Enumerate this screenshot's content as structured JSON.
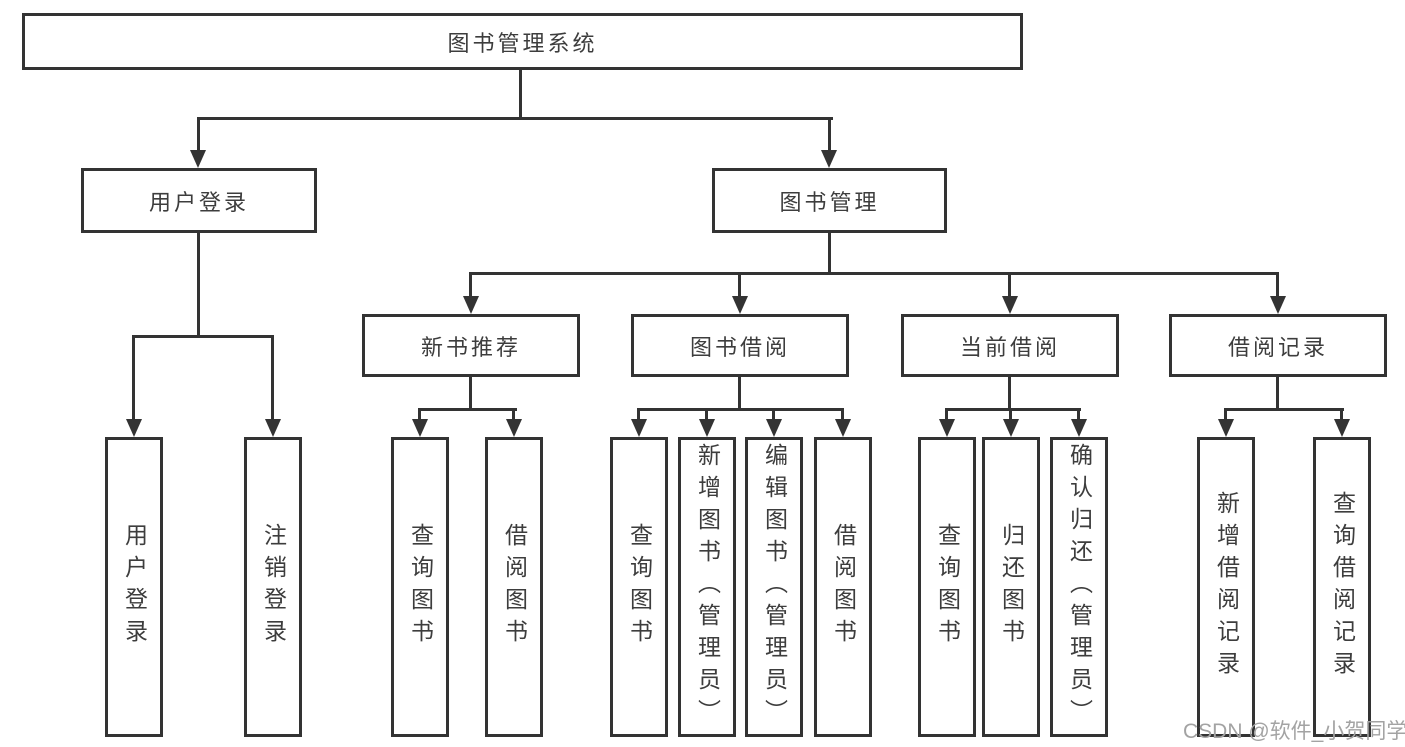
{
  "diagram": {
    "root": {
      "label": "图书管理系统"
    },
    "level2": [
      {
        "label": "用户登录"
      },
      {
        "label": "图书管理"
      }
    ],
    "level3": [
      {
        "label": "新书推荐"
      },
      {
        "label": "图书借阅"
      },
      {
        "label": "当前借阅"
      },
      {
        "label": "借阅记录"
      }
    ],
    "leaves": [
      {
        "label": "用户登录"
      },
      {
        "label": "注销登录"
      },
      {
        "label": "查询图书"
      },
      {
        "label": "借阅图书"
      },
      {
        "label": "查询图书"
      },
      {
        "label": "新增图书（管理员）"
      },
      {
        "label": "编辑图书（管理员）"
      },
      {
        "label": "借阅图书"
      },
      {
        "label": "查询图书"
      },
      {
        "label": "归还图书"
      },
      {
        "label": "确认归还（管理员）"
      },
      {
        "label": "新增借阅记录"
      },
      {
        "label": "查询借阅记录"
      }
    ]
  },
  "watermark": {
    "text": "CSDN @软件_小贺同学",
    "color": "#a3a3a3"
  },
  "colors": {
    "line": "#333333",
    "text": "#3d3d3d",
    "background": "#ffffff"
  }
}
